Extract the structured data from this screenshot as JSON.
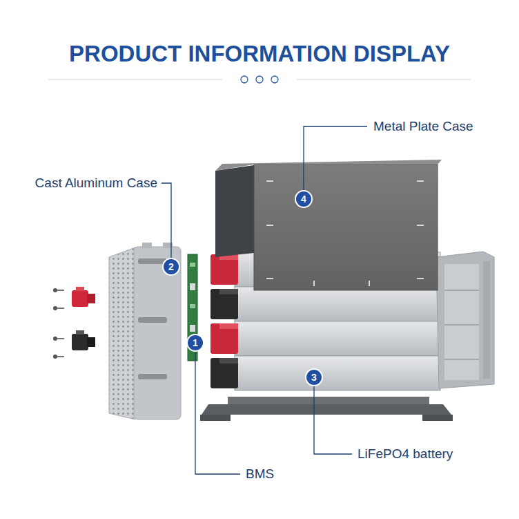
{
  "diagram": {
    "title": "PRODUCT INFORMATION DISPLAY",
    "labels": [
      "Metal Plate Case",
      "Cast Aluminum Case",
      "2",
      "4",
      "1",
      "3",
      "LiFePO4 battery",
      "BMS"
    ]
  }
}
